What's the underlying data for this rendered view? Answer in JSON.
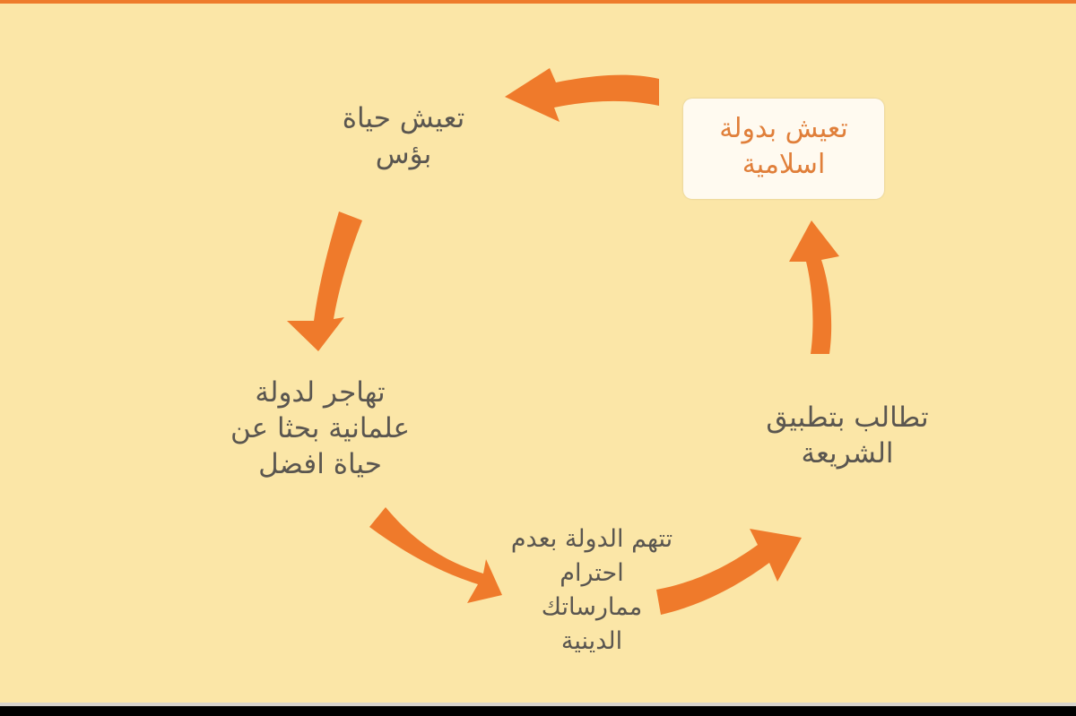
{
  "diagram": {
    "type": "cycle",
    "accent_color": "#ef7a2b",
    "background_color": "#fbe6a7",
    "highlight_color": "#e07f3a",
    "steps": [
      {
        "id": "step1",
        "lines": [
          "تعيش بدولة",
          "اسلامية"
        ],
        "highlighted": true
      },
      {
        "id": "step2",
        "lines": [
          "تطالب بتطبيق",
          "الشريعة"
        ]
      },
      {
        "id": "step3",
        "lines": [
          "تتهم الدولة بعدم",
          "احترام",
          "ممارساتك",
          "الدينية"
        ]
      },
      {
        "id": "step4",
        "lines": [
          "تهاجر لدولة",
          "علمانية بحثا عن",
          "حياة افضل"
        ]
      },
      {
        "id": "step5",
        "lines": [
          "تعيش حياة",
          "بؤس"
        ]
      }
    ],
    "arrows": [
      {
        "name": "arrow-step1-to-step5",
        "direction": "left"
      },
      {
        "name": "arrow-step5-to-step4",
        "direction": "down"
      },
      {
        "name": "arrow-step4-to-step3",
        "direction": "down-right"
      },
      {
        "name": "arrow-step3-to-step2",
        "direction": "up-right"
      },
      {
        "name": "arrow-step2-to-step1",
        "direction": "up"
      }
    ]
  }
}
